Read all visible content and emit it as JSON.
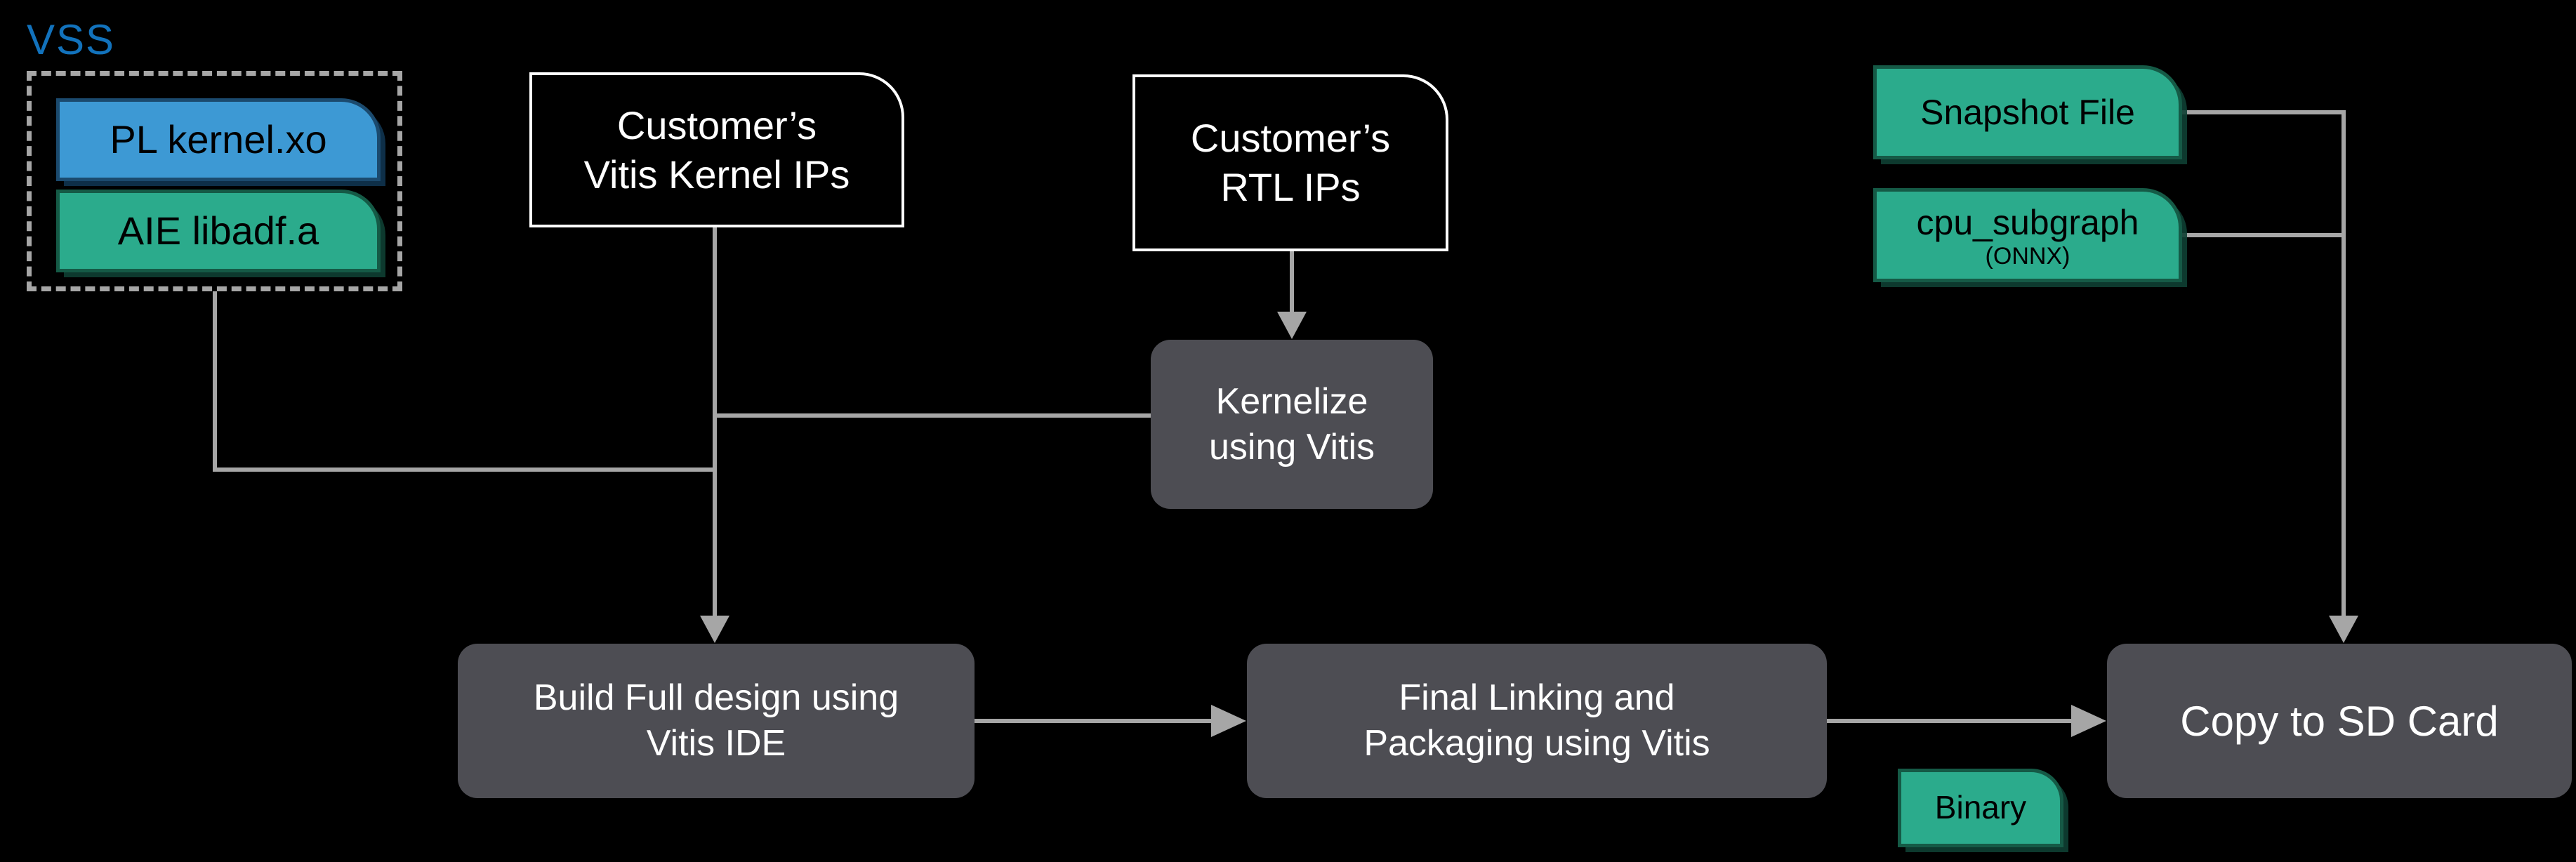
{
  "colors": {
    "background": "#000000",
    "line_gray": "#a6a6a6",
    "dashed_border_gray": "#a6a6a6",
    "vss_blue": "#1272bc",
    "blue_fill": "#3d99d4",
    "blue_border": "#1b4a6e",
    "teal_fill": "#2bab8c",
    "teal_border": "#155a46",
    "gray_fill": "#4d4d53",
    "white_border": "#ffffff",
    "text_on_color": "#000000",
    "text_light": "#ffffff"
  },
  "vss_group": {
    "label": "VSS",
    "items": [
      {
        "label": "PL kernel.xo"
      },
      {
        "label": "AIE libadf.a"
      }
    ]
  },
  "nodes": {
    "customer_vitis_kernels": {
      "label": "Customer’s\nVitis Kernel IPs"
    },
    "customer_rtl": {
      "label": "Customer’s\nRTL IPs"
    },
    "kernelize": {
      "label": "Kernelize\nusing Vitis"
    },
    "snapshot_file": {
      "label": "Snapshot File"
    },
    "cpu_subgraph": {
      "label": "cpu_subgraph",
      "sublabel": "(ONNX)"
    },
    "build_full": {
      "label": "Build Full design using\nVitis IDE"
    },
    "final_linking": {
      "label": "Final Linking and\nPackaging using Vitis"
    },
    "copy_sd": {
      "label": "Copy to SD Card"
    },
    "binary": {
      "label": "Binary"
    }
  }
}
